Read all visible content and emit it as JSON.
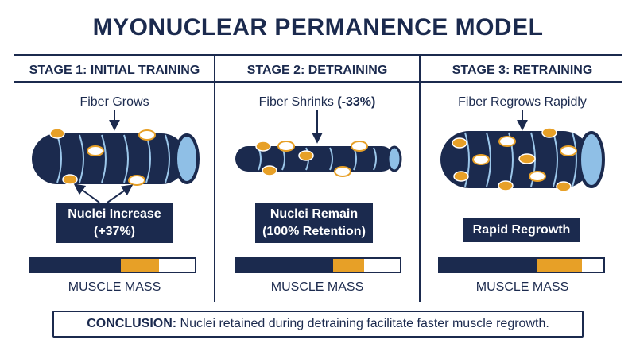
{
  "title": "MYONUCLEAR PERMANENCE MODEL",
  "stages": [
    {
      "heading": "STAGE 1: INITIAL TRAINING",
      "caption": "Fiber Grows",
      "caption_bold": "",
      "box_lines": [
        "Nuclei Increase",
        "(+37%)"
      ],
      "mass_label": "MUSCLE MASS",
      "mass_fill_fraction": 0.78
    },
    {
      "heading": "STAGE 2: DETRAINING",
      "caption": "Fiber Shrinks",
      "caption_bold": "(-33%)",
      "box_lines": [
        "Nuclei Remain",
        "(100% Retention)"
      ],
      "mass_label": "MUSCLE MASS",
      "mass_fill_fraction": 0.78
    },
    {
      "heading": "STAGE 3: RETRAINING",
      "caption": "Fiber Regrows Rapidly",
      "caption_bold": "",
      "box_lines": [
        "Rapid Regrowth"
      ],
      "mass_label": "MUSCLE MASS",
      "mass_fill_fraction": 0.87
    }
  ],
  "conclusion": {
    "label": "CONCLUSION:",
    "text": "Nuclei retained during detraining facilitate faster muscle regrowth."
  },
  "colors": {
    "navy": "#1b2a4e",
    "orange": "#e7a027",
    "fiber_end": "#8fbfe6",
    "stripe": "#9cc7ea"
  }
}
